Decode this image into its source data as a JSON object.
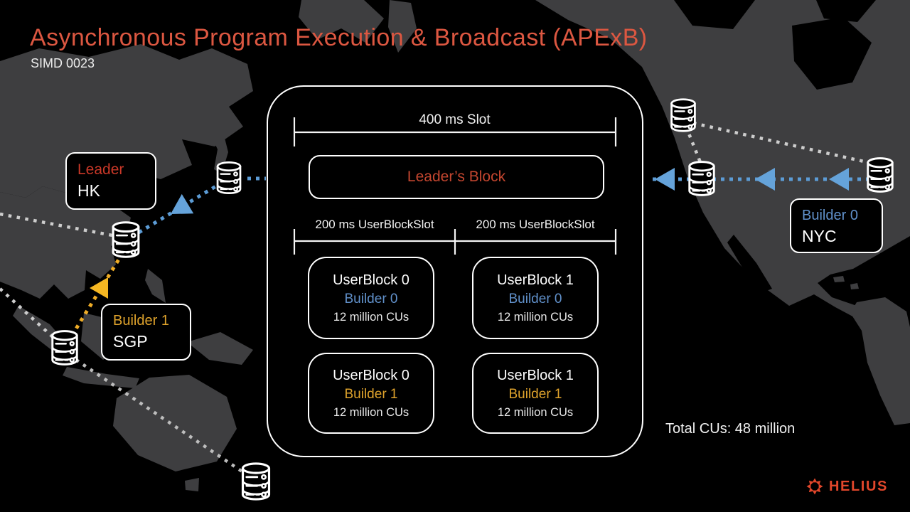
{
  "title": "Asynchronous Program Execution & Broadcast (APExB)",
  "subtitle": "SIMD 0023",
  "slot_diagram": {
    "slot_label": "400 ms Slot",
    "leader_block_label": "Leader’s Block",
    "user_slot_left_label": "200 ms UserBlockSlot",
    "user_slot_right_label": "200 ms UserBlockSlot",
    "user_blocks": [
      {
        "title": "UserBlock 0",
        "builder": "Builder 0",
        "cus": "12 million CUs"
      },
      {
        "title": "UserBlock 1",
        "builder": "Builder 0",
        "cus": "12 million CUs"
      },
      {
        "title": "UserBlock 0",
        "builder": "Builder 1",
        "cus": "12 million CUs"
      },
      {
        "title": "UserBlock 1",
        "builder": "Builder 1",
        "cus": "12 million CUs"
      }
    ]
  },
  "nodes": {
    "leader": {
      "role": "Leader",
      "location": "HK"
    },
    "builder1": {
      "role": "Builder 1",
      "location": "SGP"
    },
    "builder0": {
      "role": "Builder 0",
      "location": "NYC"
    }
  },
  "total_cus": "Total CUs: 48 million",
  "brand": {
    "name": "HELIUS"
  },
  "icons": {
    "database": "database-server-icon",
    "arrow_blue": "blue-flow-arrow",
    "arrow_yellow": "yellow-flow-arrow",
    "brand_mark": "helius-sunburst-icon"
  },
  "colors": {
    "accent_title": "#DC5741",
    "leader_red": "#C93828",
    "leader_block_red": "#C4462F",
    "builder0_blue": "#6191CB",
    "builder1_yellow": "#DFA32C",
    "flow_blue": "#5C9CD6",
    "flow_yellow": "#EFAD27",
    "flow_white": "#CDCDCD",
    "land_gray": "#3E3E40",
    "background": "#000000",
    "brand_orange": "#E2472B",
    "text_white": "#F2F2F2"
  }
}
